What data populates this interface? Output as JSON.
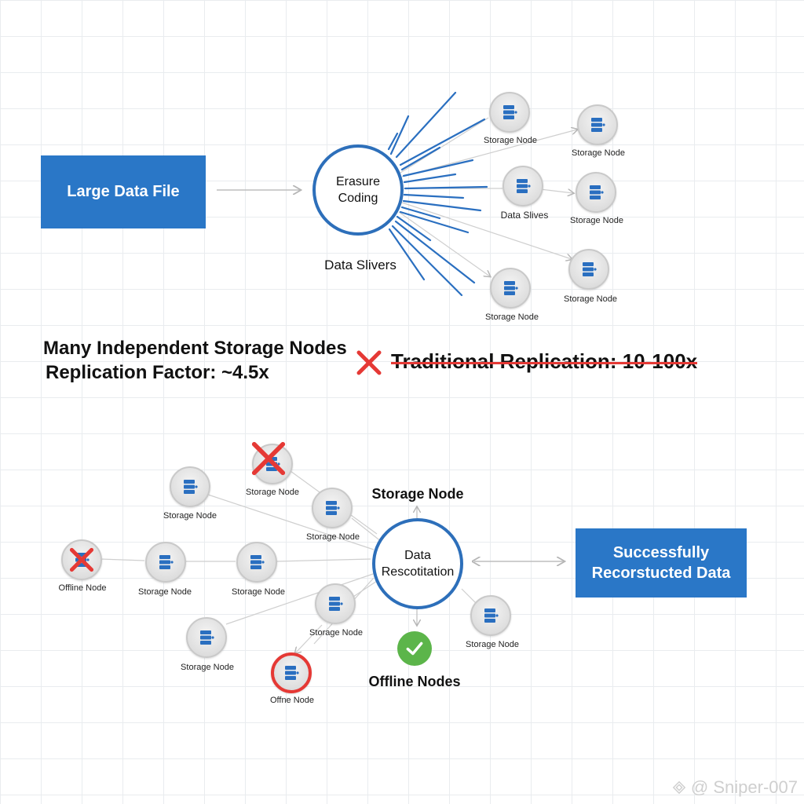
{
  "top": {
    "source_box": "Large Data File",
    "hub": {
      "line1": "Erasure",
      "line2": "Coding"
    },
    "slivers_label": "Data Slivers",
    "nodes": [
      {
        "label": "Storage Node"
      },
      {
        "label": "Storage Node"
      },
      {
        "label": "Data Slives"
      },
      {
        "label": "Storage Node"
      },
      {
        "label": "Storage Node"
      },
      {
        "label": "Storage Node"
      }
    ]
  },
  "middle": {
    "line1": "Many Independent Storage Nodes",
    "line2": "Replication Factor: ~4.5x",
    "traditional": "Traditional Replication: 10-100x"
  },
  "bottom": {
    "hub": {
      "line1": "Data",
      "line2": "Rescotitation"
    },
    "result_box": {
      "line1": "Successfully",
      "line2": "Recorstucted Data"
    },
    "top_label": "Storage Node",
    "bottom_label": "Offline Nodes",
    "nodes": [
      {
        "label": "Storage Node",
        "status": "offline-x"
      },
      {
        "label": "Storage Node",
        "status": "online"
      },
      {
        "label": "Storage Node",
        "status": "online"
      },
      {
        "label": "Offline Node",
        "status": "offline-x"
      },
      {
        "label": "Storage Node",
        "status": "online"
      },
      {
        "label": "Storage Node",
        "status": "online"
      },
      {
        "label": "Storage Node",
        "status": "online"
      },
      {
        "label": "Storage Node",
        "status": "online"
      },
      {
        "label": "Storage Node",
        "status": "online"
      },
      {
        "label": "Offne Node",
        "status": "offline-ring"
      }
    ]
  },
  "watermark": "@ Sniper-007",
  "colors": {
    "accent_blue": "#2a77c7",
    "hub_border": "#2d6fba",
    "error_red": "#e53935",
    "success_green": "#5cb54a",
    "wire_gray": "#c8c8c8"
  },
  "icons": [
    "server-icon",
    "close-icon",
    "check-icon",
    "watermark-logo-icon"
  ]
}
